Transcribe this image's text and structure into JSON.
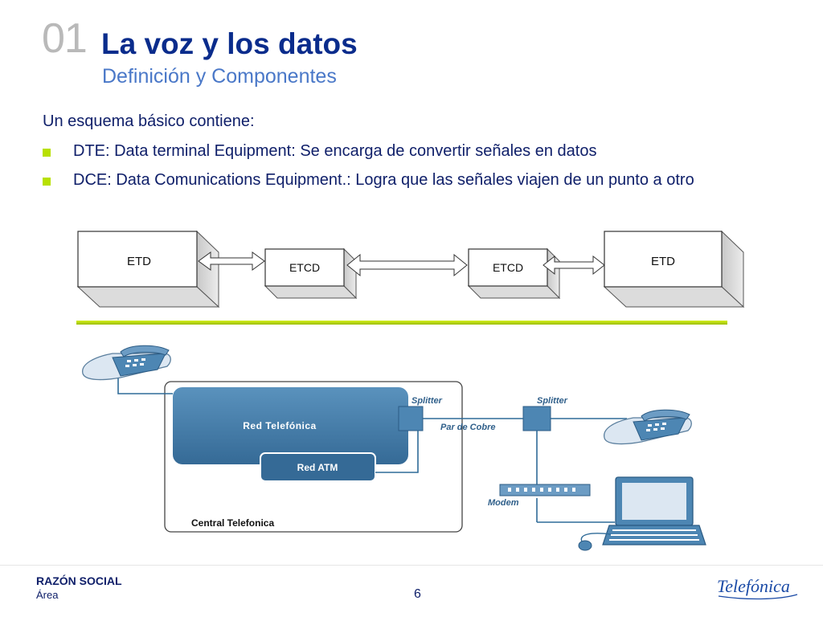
{
  "header": {
    "slide_number": "01",
    "title": "La voz y los datos",
    "subtitle": "Definición y Componentes"
  },
  "body": {
    "intro": "Un esquema básico contiene:",
    "bullets": [
      {
        "text": "DTE: Data terminal Equipment: Se encarga de convertir señales en datos"
      },
      {
        "text": "DCE: Data Comunications Equipment.: Logra que las señales viajen de un punto a otro"
      }
    ]
  },
  "diagram_top": {
    "etd_left": "ETD",
    "etcd_left": "ETCD",
    "etcd_right": "ETCD",
    "etd_right": "ETD"
  },
  "diagram_bottom": {
    "red_telefonica": "Red Telefónica",
    "red_atm": "Red ATM",
    "central": "Central Telefonica",
    "splitter_1": "Splitter",
    "splitter_2": "Splitter",
    "par_cobre": "Par de Cobre",
    "modem": "Modem"
  },
  "footer": {
    "company": "RAZÓN SOCIAL",
    "area": "Área",
    "page": "6",
    "logo_text": "Telefónica"
  },
  "colors": {
    "title": "#0a2c8c",
    "subtitle": "#4a78c8",
    "bullet": "#b8e000",
    "network_blue": "#3f78a4"
  }
}
